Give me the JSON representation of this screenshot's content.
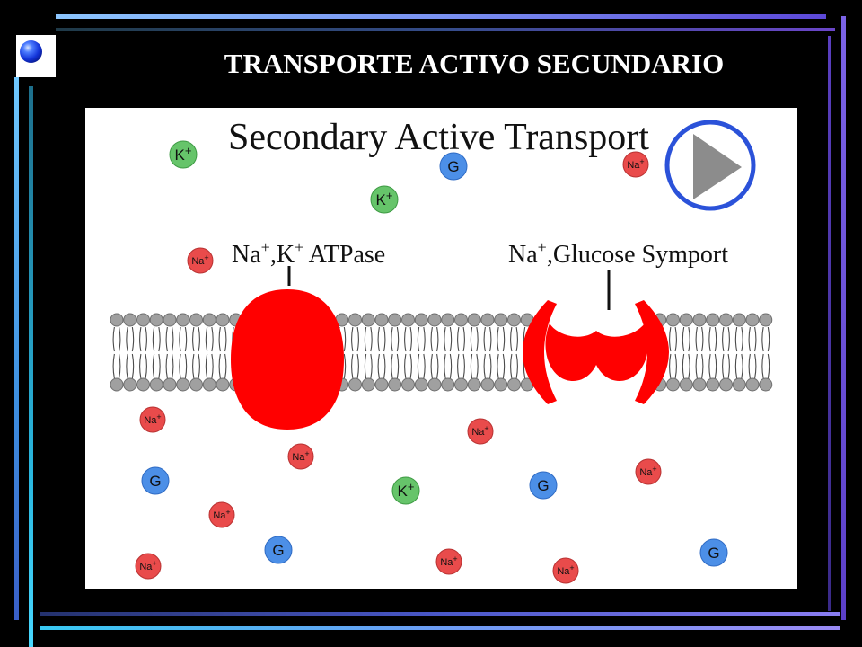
{
  "slide": {
    "title": "TRANSPORTE ACTIVO SECUNDARIO"
  },
  "icons": {
    "logo": "blue-sphere-icon",
    "play": "play-icon"
  },
  "diagram": {
    "title": "Secondary Active Transport",
    "atpase_label": {
      "na": "Na",
      "na_charge": "+",
      "k": ",K",
      "k_charge": "+",
      "name": " ATPase"
    },
    "symport_label": {
      "na": "Na",
      "na_charge": "+",
      "name": ",Glucose Symport"
    },
    "particles": [
      {
        "symbol": "K",
        "charge": "+"
      },
      {
        "symbol": "G"
      },
      {
        "symbol": "Na",
        "charge": "+"
      },
      {
        "symbol": "K",
        "charge": "+"
      },
      {
        "symbol": "Na",
        "charge": "+"
      },
      {
        "symbol": "Na",
        "charge": "+"
      },
      {
        "symbol": "Na",
        "charge": "+"
      },
      {
        "symbol": "Na",
        "charge": "+"
      },
      {
        "symbol": "Na",
        "charge": "+"
      },
      {
        "symbol": "G"
      },
      {
        "symbol": "K",
        "charge": "+"
      },
      {
        "symbol": "G"
      },
      {
        "symbol": "Na",
        "charge": "+"
      },
      {
        "symbol": "G"
      },
      {
        "symbol": "G"
      },
      {
        "symbol": "Na",
        "charge": "+"
      },
      {
        "symbol": "Na",
        "charge": "+"
      },
      {
        "symbol": "Na",
        "charge": "+"
      }
    ]
  },
  "colors": {
    "background": "#000000",
    "panel": "#ffffff",
    "title_text": "#ffffff",
    "protein": "#ff0000",
    "potassium": "#66c46a",
    "potassium_outline": "#3d9a43",
    "sodium": "#e94b4b",
    "sodium_outline": "#b93232",
    "glucose": "#4c8fe7",
    "glucose_outline": "#2f6bc4",
    "play_ring": "#2b52d9",
    "play_triangle": "#8c8c8c",
    "membrane_head": "#a0a0a0",
    "membrane_head_outline": "#6e6e6e",
    "membrane_tail": "#4a4a4a",
    "pointer_line": "#111111"
  }
}
